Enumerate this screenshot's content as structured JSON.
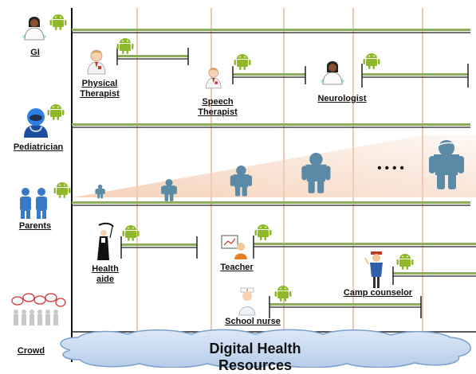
{
  "labels": {
    "gi": "GI",
    "physical_therapist": "Physical\nTherapist",
    "speech_therapist": "Speech\nTherapist",
    "neurologist": "Neurologist",
    "pediatrician": "Pediatrician",
    "parents": "Parents",
    "health_aide": "Health\naide",
    "teacher": "Teacher",
    "camp_counselor": "Camp counselor",
    "school_nurse": "School nurse",
    "crowd": "Crowd"
  },
  "ellipsis": "• • • •",
  "cloud_label": "Digital Health Resources",
  "colors": {
    "timeline_green": "#8cae5a",
    "android_green": "#8fb82a",
    "divider_orange": "#e8b8a0",
    "child_silhouette": "#5a8aa6",
    "cloud_fill": "#c7daf2",
    "cloud_stroke": "#7aa0cc",
    "parents_blue": "#3a78c8"
  },
  "icons": {
    "android": "android-robot-icon",
    "doctor": "doctor-icon",
    "child": "child-silhouette-icon",
    "crowd": "speech-bubble-crowd-icon"
  }
}
